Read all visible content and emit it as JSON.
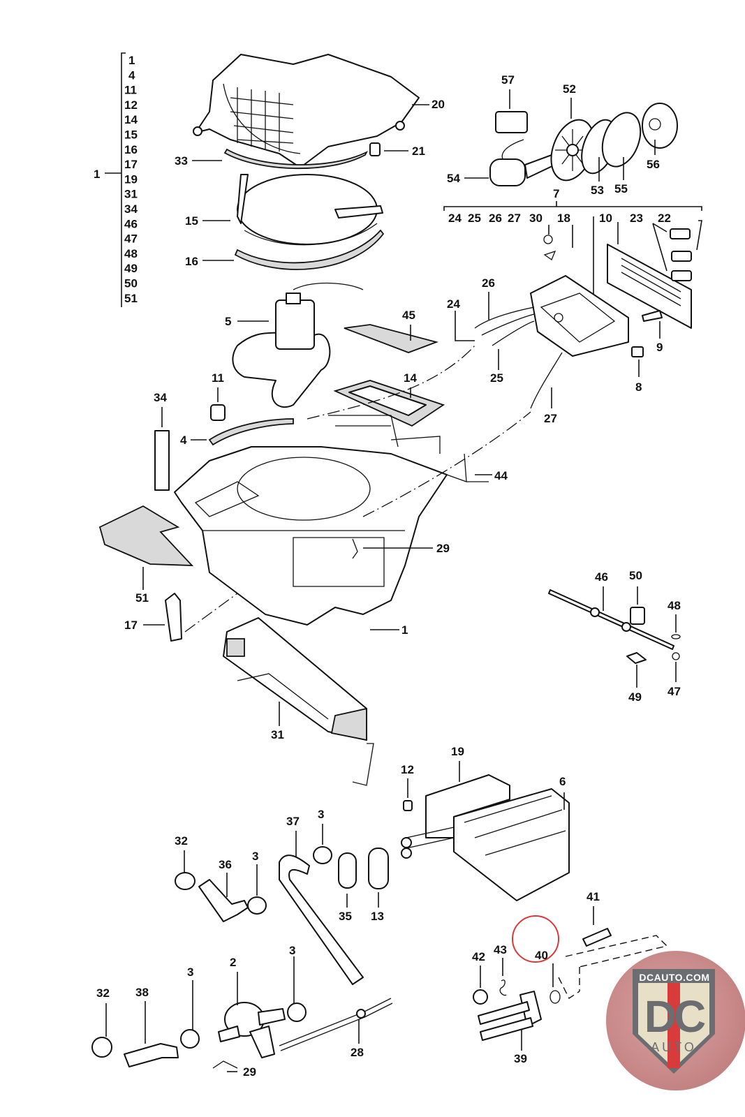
{
  "diagram": {
    "title": "Heater / blower assembly exploded parts diagram",
    "assembly_group": {
      "parent_label": "1",
      "members": [
        "1",
        "4",
        "11",
        "12",
        "14",
        "15",
        "16",
        "17",
        "19",
        "31",
        "34",
        "46",
        "47",
        "48",
        "49",
        "50",
        "51"
      ]
    },
    "control_group": {
      "parent_label": "7",
      "members": [
        "24",
        "25",
        "26",
        "27",
        "30",
        "18",
        "10",
        "23",
        "22"
      ]
    },
    "callouts": [
      {
        "id": "c20",
        "label": "20"
      },
      {
        "id": "c21",
        "label": "21"
      },
      {
        "id": "c33",
        "label": "33"
      },
      {
        "id": "c15",
        "label": "15"
      },
      {
        "id": "c16",
        "label": "16"
      },
      {
        "id": "c5",
        "label": "5"
      },
      {
        "id": "c45",
        "label": "45"
      },
      {
        "id": "c14",
        "label": "14"
      },
      {
        "id": "c11",
        "label": "11"
      },
      {
        "id": "c34",
        "label": "34"
      },
      {
        "id": "c4",
        "label": "4"
      },
      {
        "id": "c44",
        "label": "44"
      },
      {
        "id": "c29a",
        "label": "29"
      },
      {
        "id": "c51",
        "label": "51"
      },
      {
        "id": "c17",
        "label": "17"
      },
      {
        "id": "c1b",
        "label": "1"
      },
      {
        "id": "c31",
        "label": "31"
      },
      {
        "id": "c57",
        "label": "57"
      },
      {
        "id": "c54",
        "label": "54"
      },
      {
        "id": "c52",
        "label": "52"
      },
      {
        "id": "c53",
        "label": "53"
      },
      {
        "id": "c55",
        "label": "55"
      },
      {
        "id": "c56",
        "label": "56"
      },
      {
        "id": "c26",
        "label": "26"
      },
      {
        "id": "c24b",
        "label": "24"
      },
      {
        "id": "c25b",
        "label": "25"
      },
      {
        "id": "c27b",
        "label": "27"
      },
      {
        "id": "c9",
        "label": "9"
      },
      {
        "id": "c8",
        "label": "8"
      },
      {
        "id": "c46",
        "label": "46"
      },
      {
        "id": "c50",
        "label": "50"
      },
      {
        "id": "c48",
        "label": "48"
      },
      {
        "id": "c49",
        "label": "49"
      },
      {
        "id": "c47",
        "label": "47"
      },
      {
        "id": "c19",
        "label": "19"
      },
      {
        "id": "c12",
        "label": "12"
      },
      {
        "id": "c6",
        "label": "6"
      },
      {
        "id": "c32a",
        "label": "32"
      },
      {
        "id": "c36",
        "label": "36"
      },
      {
        "id": "c3a",
        "label": "3"
      },
      {
        "id": "c37",
        "label": "37"
      },
      {
        "id": "c3b",
        "label": "3"
      },
      {
        "id": "c35",
        "label": "35"
      },
      {
        "id": "c13",
        "label": "13"
      },
      {
        "id": "c41",
        "label": "41"
      },
      {
        "id": "c42",
        "label": "42"
      },
      {
        "id": "c43",
        "label": "43"
      },
      {
        "id": "c40",
        "label": "40"
      },
      {
        "id": "c39",
        "label": "39"
      },
      {
        "id": "c32b",
        "label": "32"
      },
      {
        "id": "c38",
        "label": "38"
      },
      {
        "id": "c3c",
        "label": "3"
      },
      {
        "id": "c2",
        "label": "2"
      },
      {
        "id": "c3d",
        "label": "3"
      },
      {
        "id": "c28",
        "label": "28"
      },
      {
        "id": "c29b",
        "label": "29"
      }
    ],
    "highlight": {
      "label": "40",
      "color": "#d9393b"
    }
  },
  "watermark": {
    "site": "DCAUTO.COM",
    "logo_text": "DC",
    "sub_text": "AUTO",
    "colors": {
      "shield": "#6b6d71",
      "stripe": "#d93a3a",
      "field": "#e7dfc6",
      "badge": "#c98a8a"
    }
  }
}
